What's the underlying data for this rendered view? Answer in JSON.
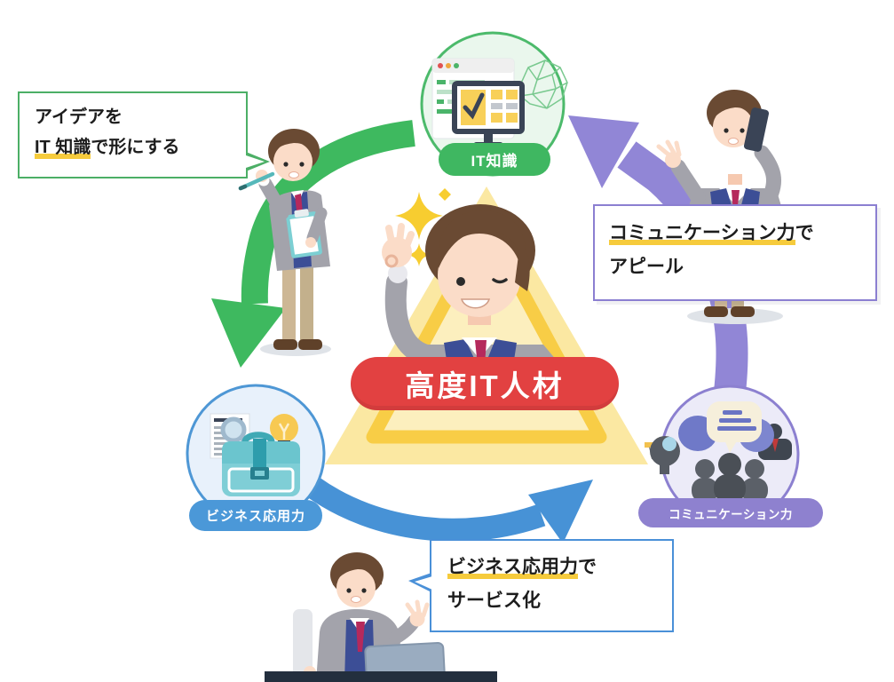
{
  "center_badge": {
    "label": "高度IT人材",
    "color": "#E24141"
  },
  "nodes": {
    "it_knowledge": {
      "label": "IT知識",
      "color": "#3FB761",
      "icon": "monitor-check-browser-brain-icon"
    },
    "business": {
      "label": "ビジネス応用力",
      "color": "#4B98D8",
      "icon": "briefcase-document-magnifier-lightbulb-icon"
    },
    "communication": {
      "label": "コミュニケーション力",
      "color": "#8E81CF",
      "icon": "speech-bubbles-people-head-icon"
    }
  },
  "callouts": {
    "idea": {
      "line1": "アイデアを",
      "line2_highlight": "IT 知識",
      "line2_rest": "で形にする",
      "border_color": "#4CAF66"
    },
    "appeal": {
      "line1_highlight": "コミュニケーション力",
      "line1_rest": "で",
      "line2": "アピール",
      "border_color": "#8B7FD1"
    },
    "service": {
      "line1_highlight": "ビジネス応用力",
      "line1_rest": "で",
      "line2": "サービス化",
      "border_color": "#4A90D8"
    }
  },
  "arrows": {
    "it_to_business": {
      "color": "#3EB95F",
      "from": "IT知識",
      "to": "ビジネス応用力"
    },
    "business_to_communication": {
      "color": "#4792D6",
      "from": "ビジネス応用力",
      "to": "コミュニケーション力"
    },
    "communication_to_it": {
      "color": "#9186D6",
      "from": "コミュニケーション力",
      "to": "IT知識"
    }
  },
  "triangle": {
    "fill": "#FBE8A2",
    "band_color": "#F8CD46"
  },
  "highlight_color": "#F6CB3C"
}
